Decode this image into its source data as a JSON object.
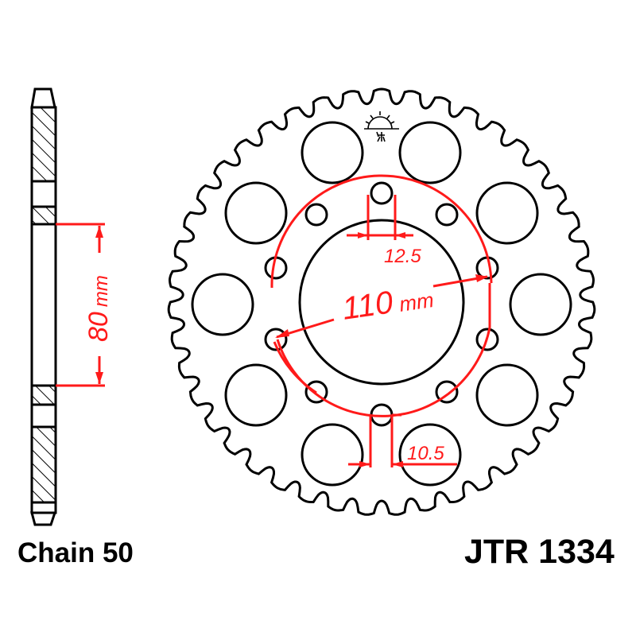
{
  "drawing": {
    "title": "Rear sprocket technical drawing",
    "part_number": "JTR 1334",
    "chain_label": "Chain 50",
    "colors": {
      "outline": "#000000",
      "dimension": "#ff1a1a",
      "background": "#ffffff"
    },
    "side_view": {
      "dimension_value": "80",
      "dimension_unit": "mm"
    },
    "front_view": {
      "teeth_count_estimate": 43,
      "pcd_value": "110",
      "pcd_unit": "mm",
      "bolt_hole_diameter": "10.5",
      "slot_width": "12.5",
      "logo_icon": "sun-logo-icon"
    }
  }
}
